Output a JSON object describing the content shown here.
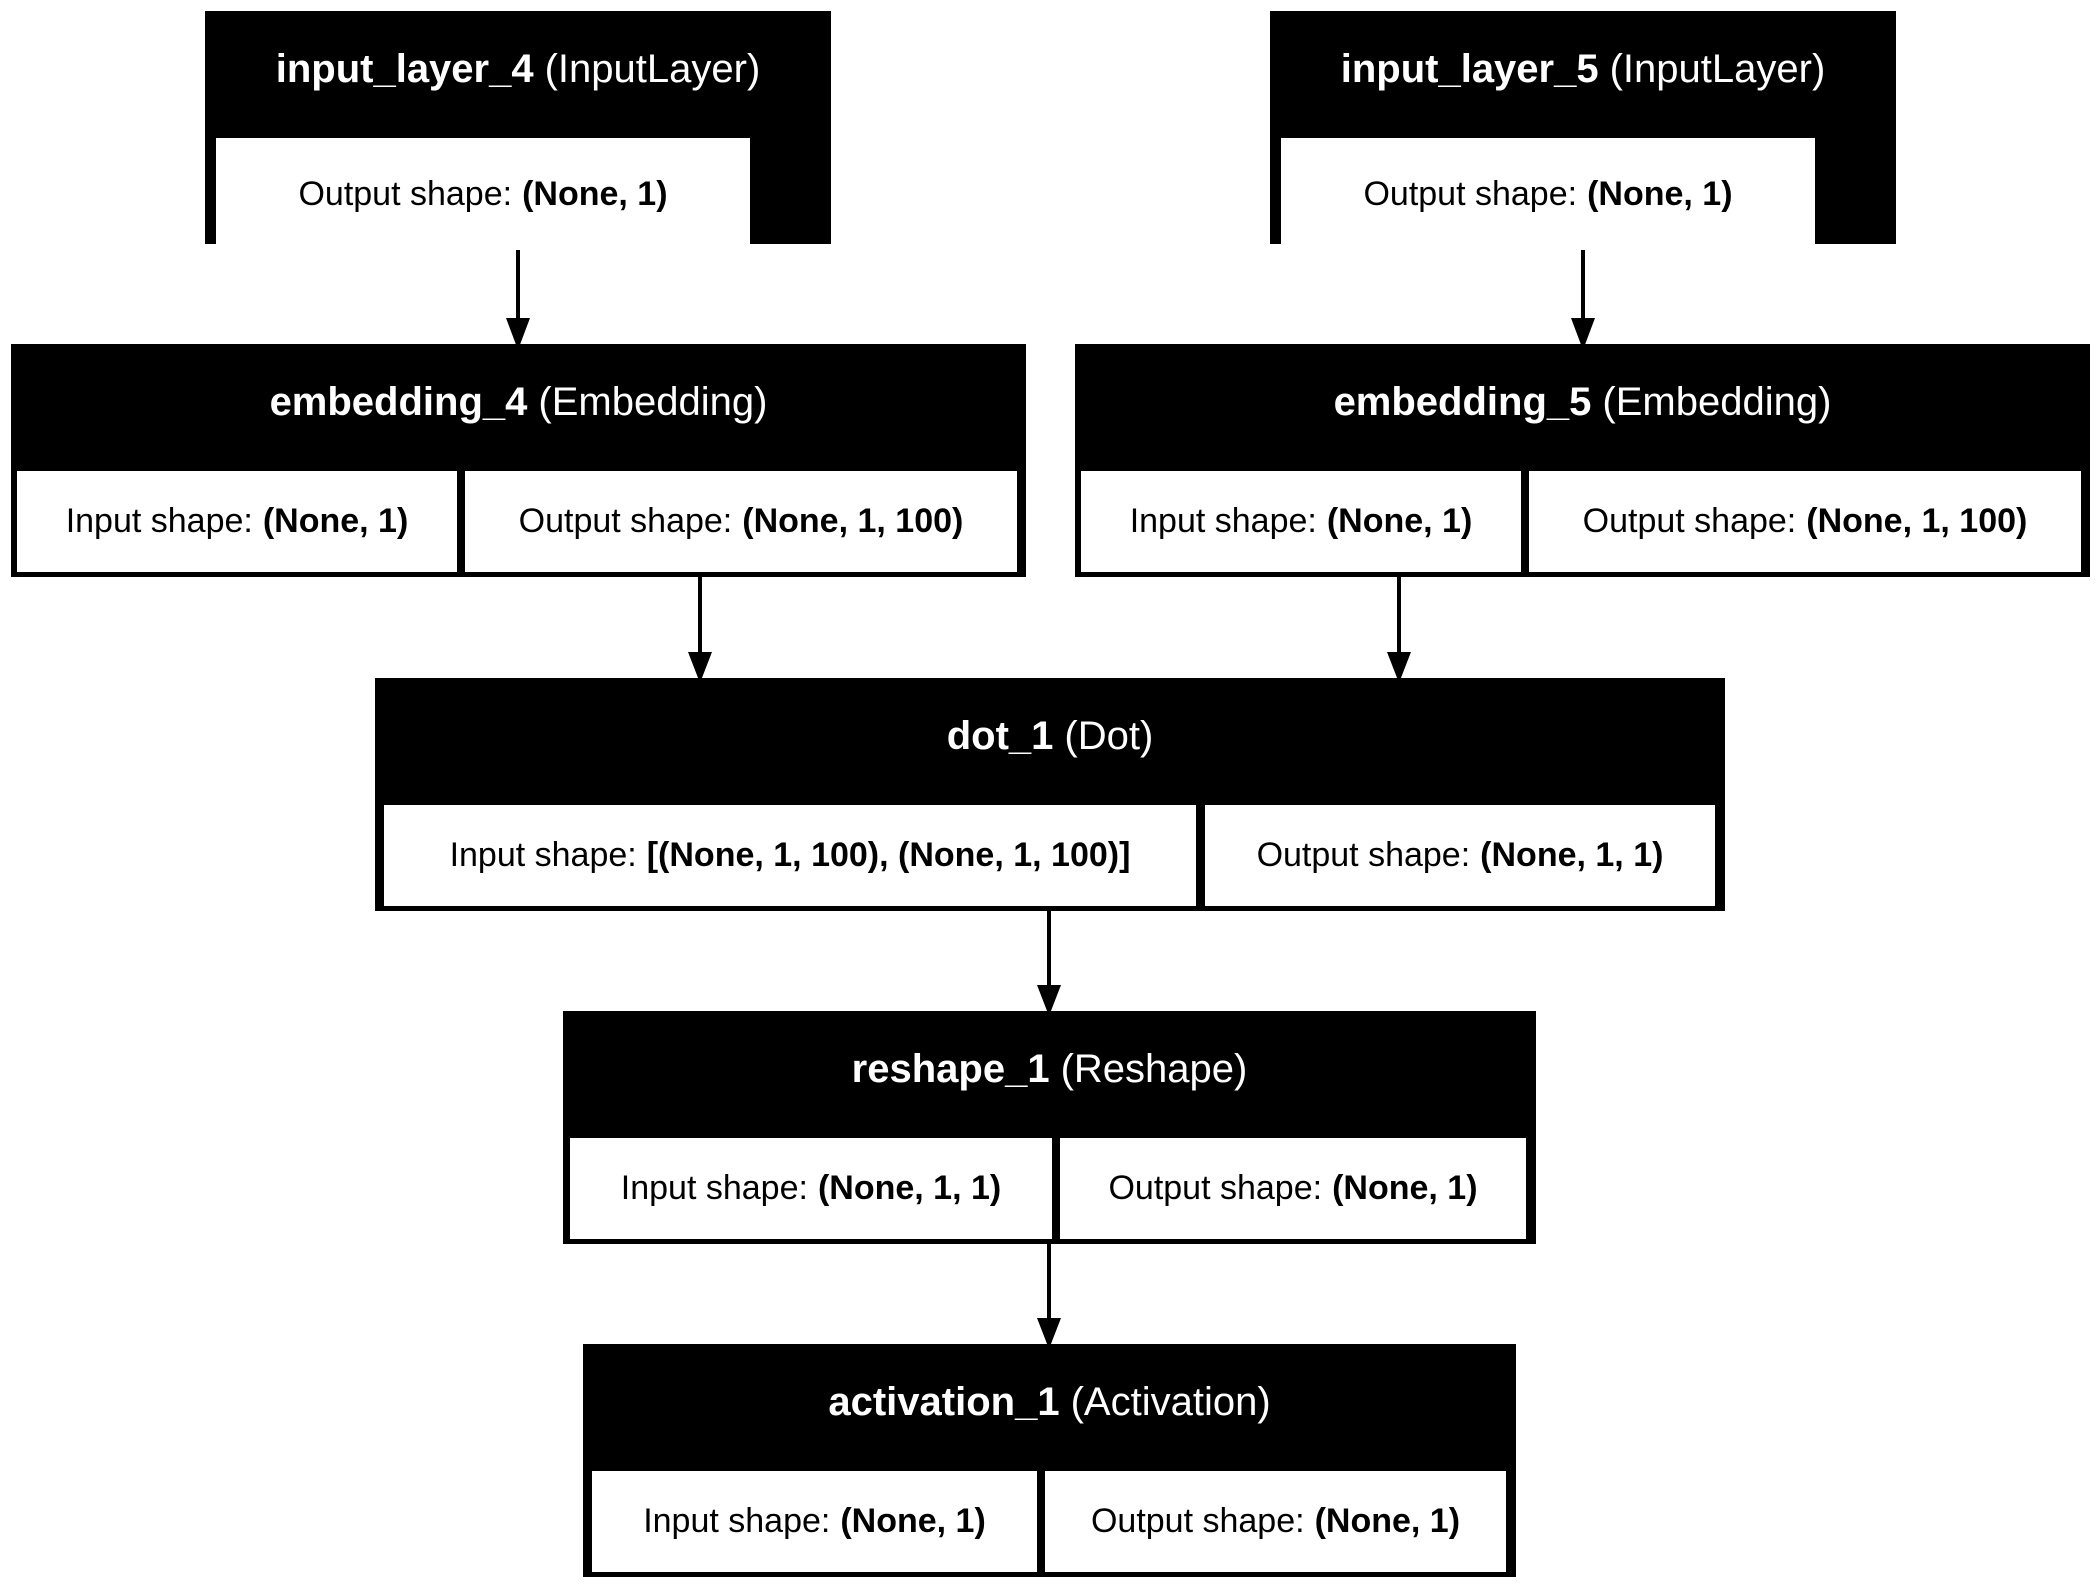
{
  "nodes": {
    "input_layer_4": {
      "name": "input_layer_4",
      "type": "(InputLayer)",
      "output_label": "Output shape:",
      "output_value": "(None, 1)"
    },
    "input_layer_5": {
      "name": "input_layer_5",
      "type": "(InputLayer)",
      "output_label": "Output shape:",
      "output_value": "(None, 1)"
    },
    "embedding_4": {
      "name": "embedding_4",
      "type": "(Embedding)",
      "input_label": "Input shape:",
      "input_value": "(None, 1)",
      "output_label": "Output shape:",
      "output_value": "(None, 1, 100)"
    },
    "embedding_5": {
      "name": "embedding_5",
      "type": "(Embedding)",
      "input_label": "Input shape:",
      "input_value": "(None, 1)",
      "output_label": "Output shape:",
      "output_value": "(None, 1, 100)"
    },
    "dot_1": {
      "name": "dot_1",
      "type": "(Dot)",
      "input_label": "Input shape:",
      "input_value": "[(None, 1, 100), (None, 1, 100)]",
      "output_label": "Output shape:",
      "output_value": "(None, 1, 1)"
    },
    "reshape_1": {
      "name": "reshape_1",
      "type": "(Reshape)",
      "input_label": "Input shape:",
      "input_value": "(None, 1, 1)",
      "output_label": "Output shape:",
      "output_value": "(None, 1)"
    },
    "activation_1": {
      "name": "activation_1",
      "type": "(Activation)",
      "input_label": "Input shape:",
      "input_value": "(None, 1)",
      "output_label": "Output shape:",
      "output_value": "(None, 1)"
    }
  },
  "edges": [
    [
      "input_layer_4",
      "embedding_4"
    ],
    [
      "input_layer_5",
      "embedding_5"
    ],
    [
      "embedding_4",
      "dot_1"
    ],
    [
      "embedding_5",
      "dot_1"
    ],
    [
      "dot_1",
      "reshape_1"
    ],
    [
      "reshape_1",
      "activation_1"
    ]
  ]
}
